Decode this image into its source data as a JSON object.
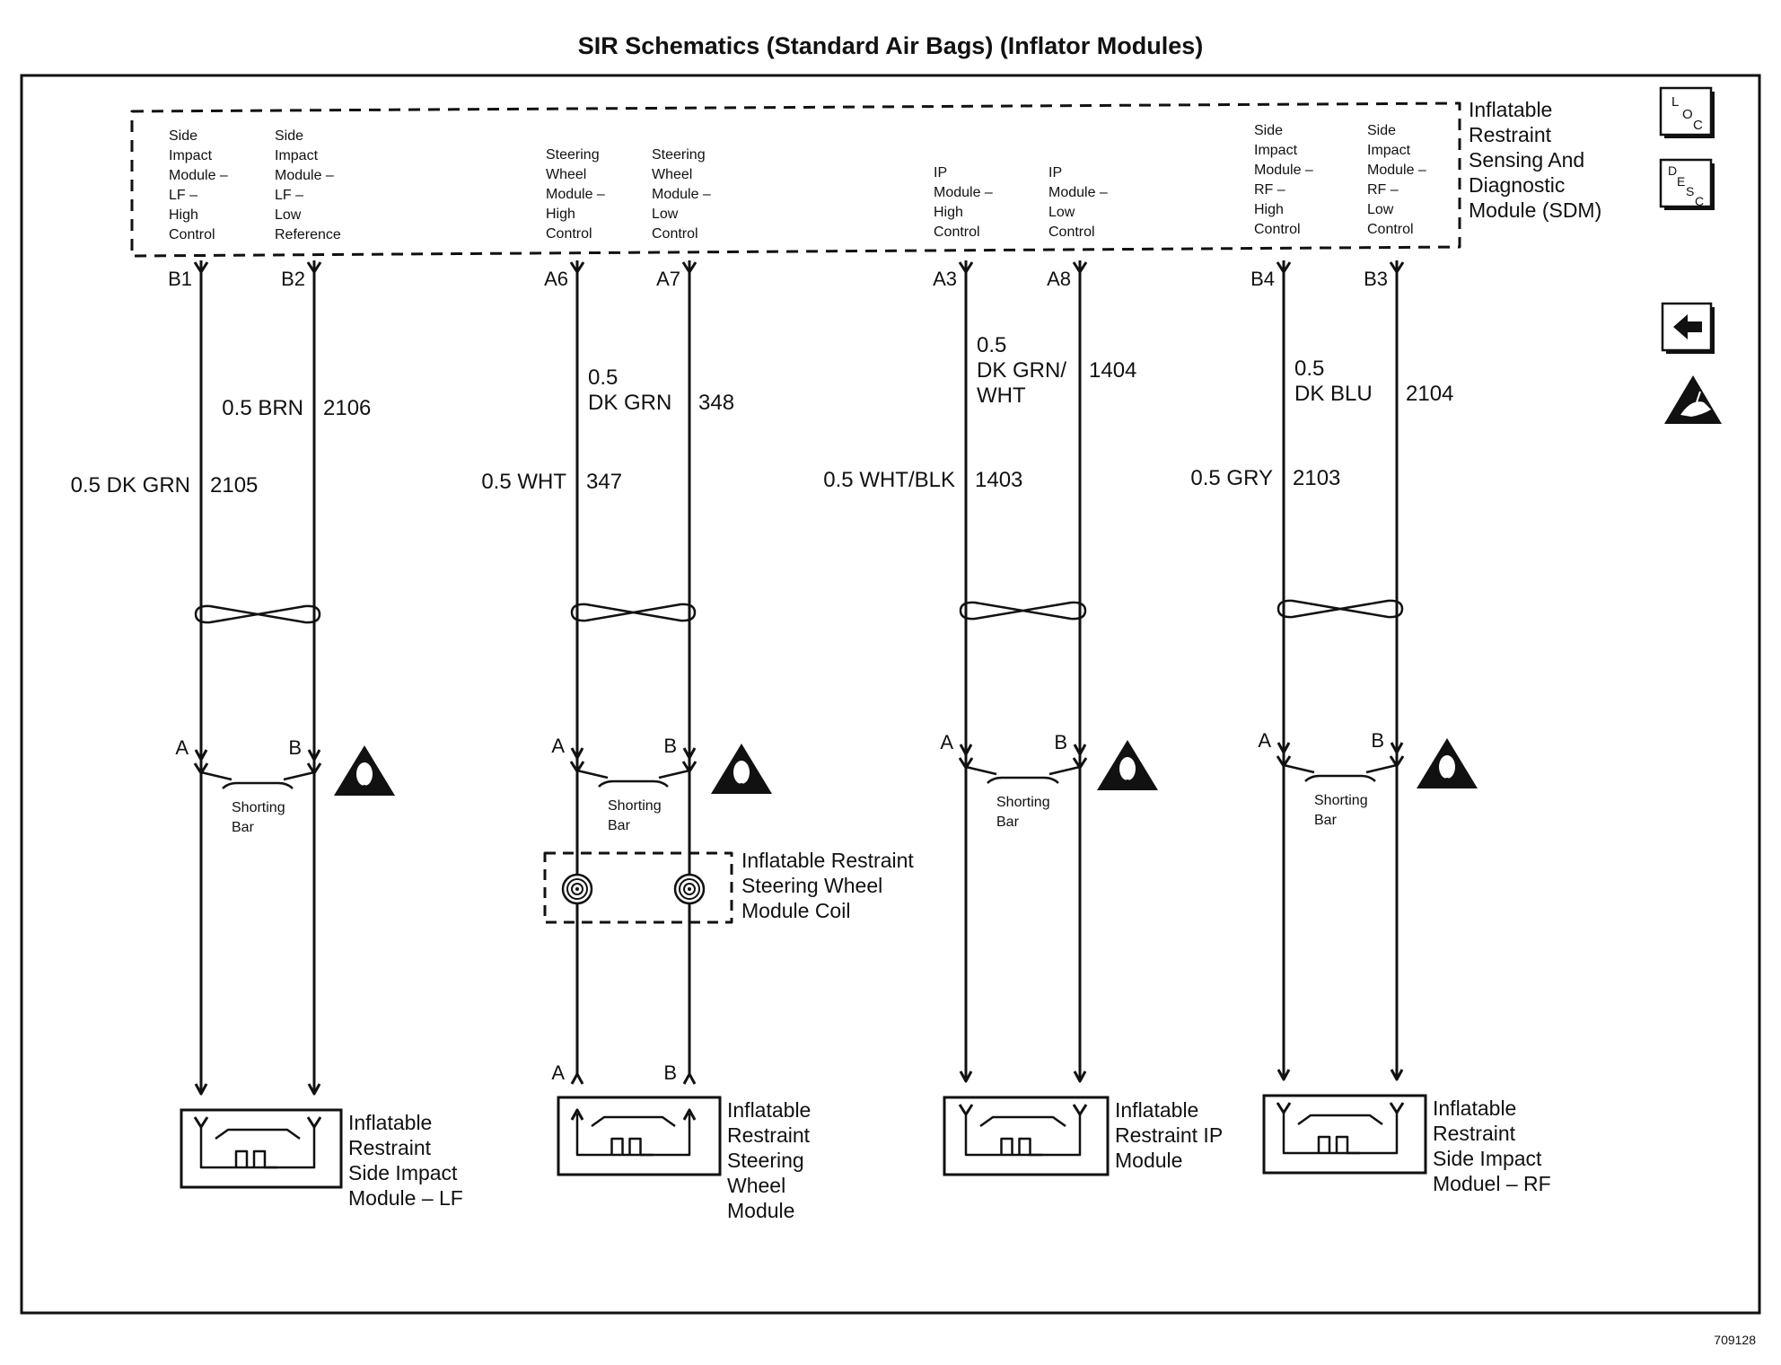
{
  "title": "SIR Schematics (Standard Air Bags) (Inflator Modules)",
  "figure_number": "709128",
  "nav_icons": [
    {
      "name": "loc",
      "label_chars": [
        "L",
        "O",
        "C"
      ],
      "icon": "location-icon"
    },
    {
      "name": "desc",
      "label_chars": [
        "D",
        "E",
        "S",
        "C"
      ],
      "icon": "description-icon"
    },
    {
      "name": "back",
      "icon": "back-arrow-icon"
    },
    {
      "name": "esd",
      "icon": "esd-warning-icon"
    }
  ],
  "sdm": {
    "name_lines": [
      "Inflatable",
      "Restraint",
      "Sensing And",
      "Diagnostic",
      "Module (SDM)"
    ],
    "pins": [
      {
        "pin": "B1",
        "desc": [
          "Side",
          "Impact",
          "Module –",
          "LF –",
          "High",
          "Control"
        ]
      },
      {
        "pin": "B2",
        "desc": [
          "Side",
          "Impact",
          "Module –",
          "LF –",
          "Low",
          "Reference"
        ]
      },
      {
        "pin": "A6",
        "desc": [
          "Steering",
          "Wheel",
          "Module –",
          "High",
          "Control"
        ]
      },
      {
        "pin": "A7",
        "desc": [
          "Steering",
          "Wheel",
          "Module –",
          "Low",
          "Control"
        ]
      },
      {
        "pin": "A3",
        "desc": [
          "IP",
          "Module –",
          "High",
          "Control"
        ]
      },
      {
        "pin": "A8",
        "desc": [
          "IP",
          "Module –",
          "Low",
          "Control"
        ]
      },
      {
        "pin": "B4",
        "desc": [
          "Side",
          "Impact",
          "Module –",
          "RF –",
          "High",
          "Control"
        ]
      },
      {
        "pin": "B3",
        "desc": [
          "Side",
          "Impact",
          "Module –",
          "RF –",
          "Low",
          "Control"
        ]
      }
    ]
  },
  "wires": [
    {
      "pin": "B1",
      "gauge_color": [
        "0.5 DK GRN"
      ],
      "circuit": "2105"
    },
    {
      "pin": "B2",
      "gauge_color": [
        "0.5 BRN"
      ],
      "circuit": "2106"
    },
    {
      "pin": "A6",
      "gauge_color": [
        "0.5 WHT"
      ],
      "circuit": "347"
    },
    {
      "pin": "A7",
      "gauge_color": [
        "0.5",
        "DK GRN"
      ],
      "circuit": "348"
    },
    {
      "pin": "A3",
      "gauge_color": [
        "0.5 WHT/BLK"
      ],
      "circuit": "1403"
    },
    {
      "pin": "A8",
      "gauge_color": [
        "0.5",
        "DK GRN/",
        "WHT"
      ],
      "circuit": "1404"
    },
    {
      "pin": "B4",
      "gauge_color": [
        "0.5 GRY"
      ],
      "circuit": "2103"
    },
    {
      "pin": "B3",
      "gauge_color": [
        "0.5",
        "DK BLU"
      ],
      "circuit": "2104"
    }
  ],
  "connector_terminals": [
    "A",
    "B"
  ],
  "shorting_bar_label": [
    "Shorting",
    "Bar"
  ],
  "coil": {
    "name_lines": [
      "Inflatable Restraint",
      "Steering Wheel",
      "Module Coil"
    ]
  },
  "modules": [
    {
      "name_lines": [
        "Inflatable",
        "Restraint",
        "Side Impact",
        "Module – LF"
      ]
    },
    {
      "name_lines": [
        "Inflatable",
        "Restraint",
        "Steering",
        "Wheel",
        "Module"
      ]
    },
    {
      "name_lines": [
        "Inflatable",
        "Restraint IP",
        "Module"
      ]
    },
    {
      "name_lines": [
        "Inflatable",
        "Restraint",
        "Side Impact",
        "Moduel – RF"
      ]
    }
  ]
}
